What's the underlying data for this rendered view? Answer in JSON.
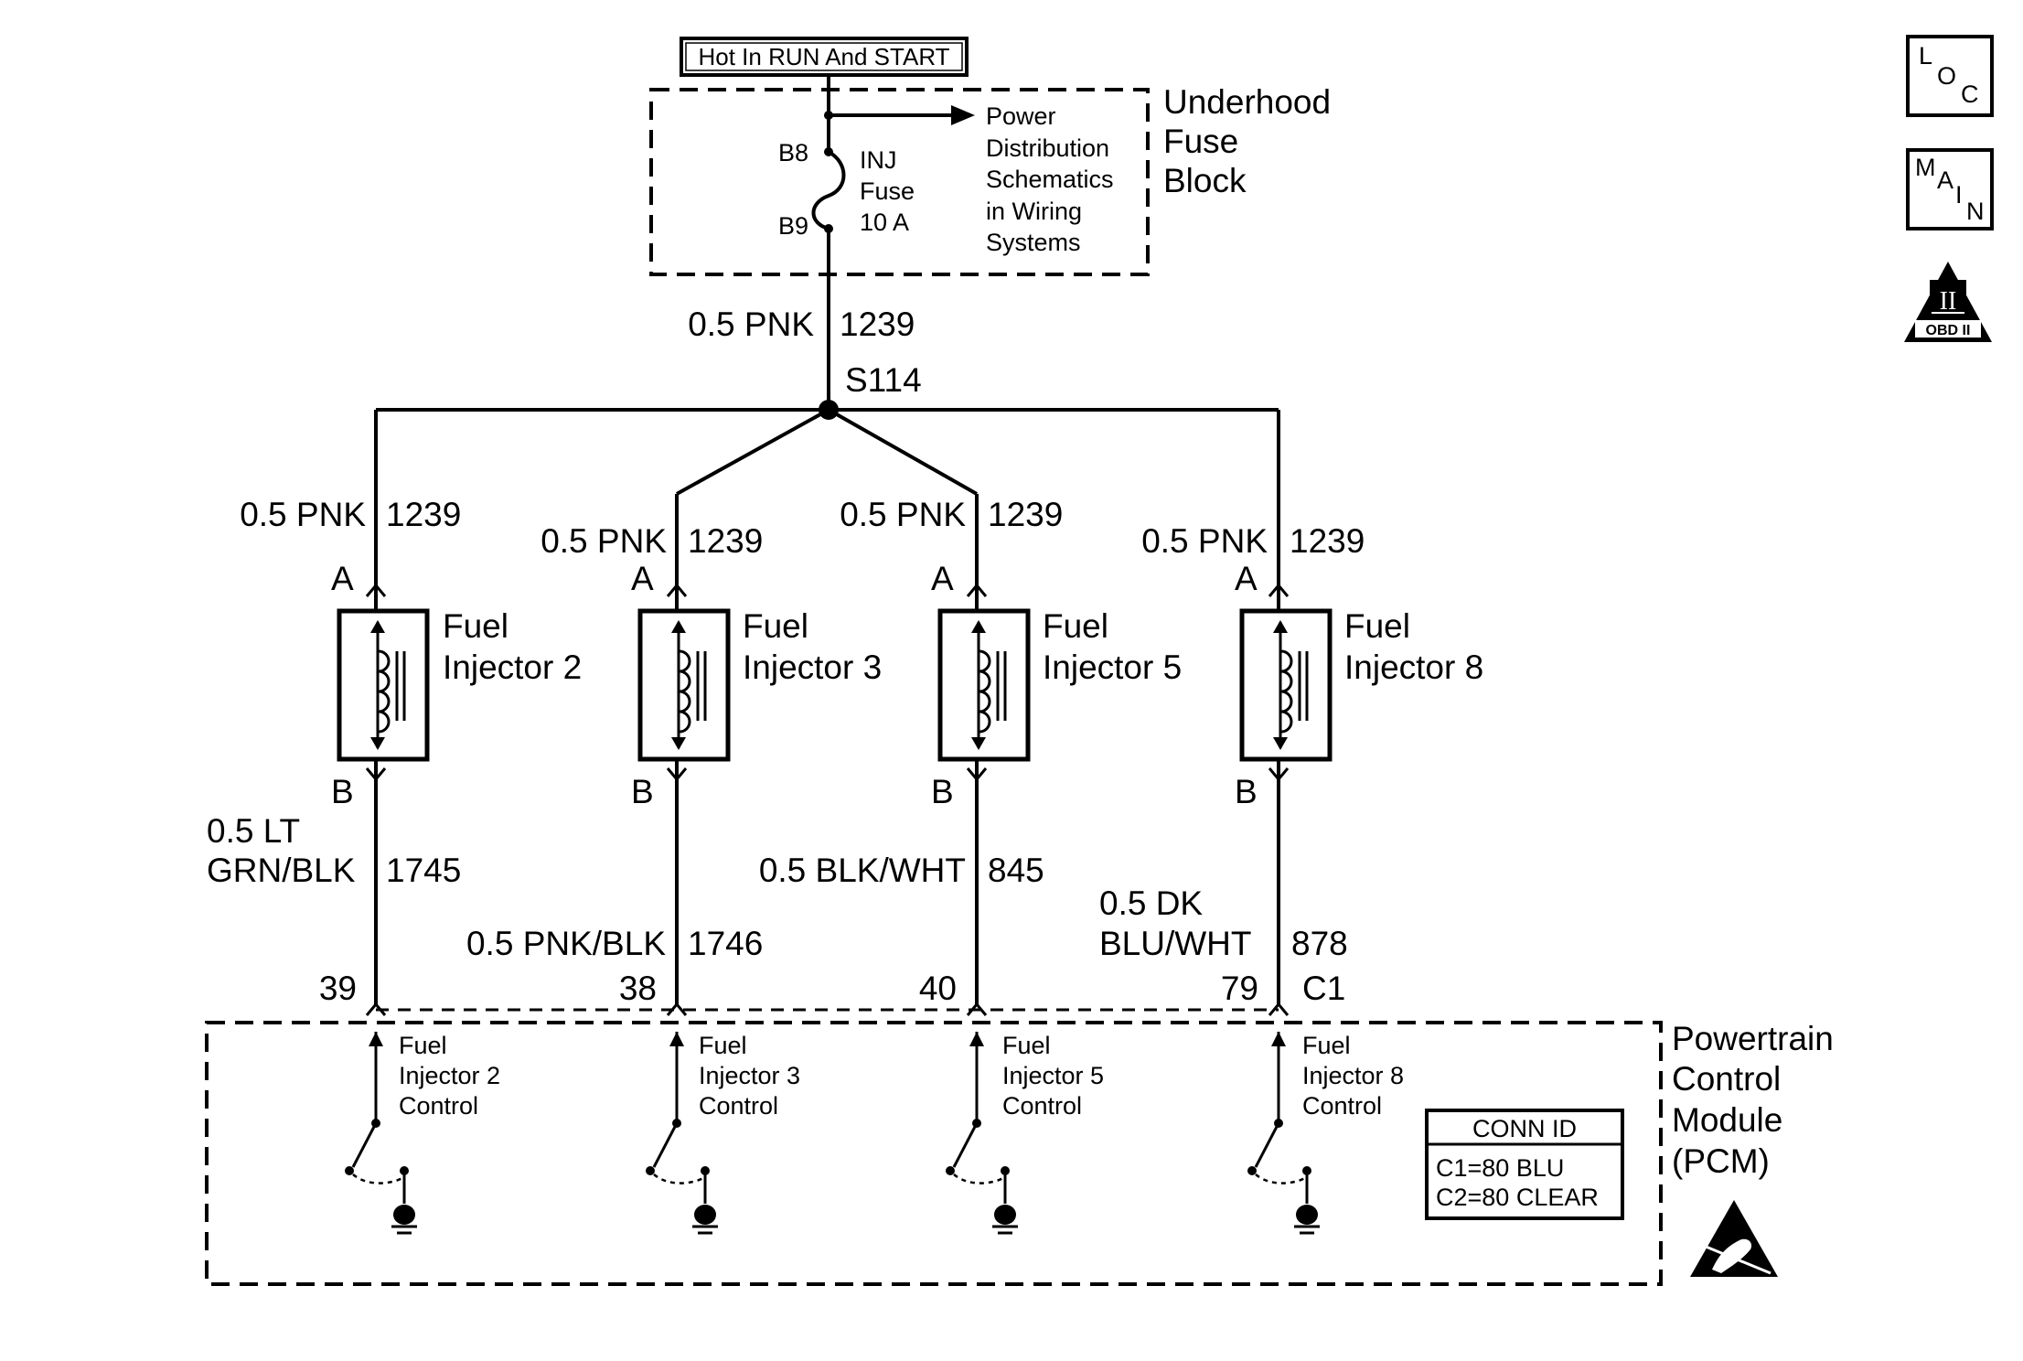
{
  "power": {
    "hot_label": "Hot In RUN And START",
    "fuse_block_lines": [
      "Underhood",
      "Fuse",
      "Block"
    ],
    "fuse_pin_top": "B8",
    "fuse_pin_bottom": "B9",
    "fuse_lines": [
      "INJ",
      "Fuse",
      "10 A"
    ],
    "ref_lines": [
      "Power",
      "Distribution",
      "Schematics",
      "in Wiring",
      "Systems"
    ],
    "feed_wire_color": "0.5 PNK",
    "feed_wire_circuit": "1239",
    "splice": "S114"
  },
  "injectors": [
    {
      "name_lines": [
        "Fuel",
        "Injector 2"
      ],
      "upper_color": "0.5 PNK",
      "upper_circuit": "1239",
      "pin_a": "A",
      "pin_b": "B",
      "lower_color_lines": [
        "0.5 LT",
        "GRN/BLK"
      ],
      "lower_circuit": "1745",
      "pcm_pin": "39",
      "control_lines": [
        "Fuel",
        "Injector 2",
        "Control"
      ]
    },
    {
      "name_lines": [
        "Fuel",
        "Injector 3"
      ],
      "upper_color": "0.5 PNK",
      "upper_circuit": "1239",
      "pin_a": "A",
      "pin_b": "B",
      "lower_color_lines": [
        "0.5 PNK/BLK"
      ],
      "lower_circuit": "1746",
      "pcm_pin": "38",
      "control_lines": [
        "Fuel",
        "Injector 3",
        "Control"
      ]
    },
    {
      "name_lines": [
        "Fuel",
        "Injector 5"
      ],
      "upper_color": "0.5 PNK",
      "upper_circuit": "1239",
      "pin_a": "A",
      "pin_b": "B",
      "lower_color_lines": [
        "0.5 BLK/WHT"
      ],
      "lower_circuit": "845",
      "pcm_pin": "40",
      "control_lines": [
        "Fuel",
        "Injector 5",
        "Control"
      ]
    },
    {
      "name_lines": [
        "Fuel",
        "Injector 8"
      ],
      "upper_color": "0.5 PNK",
      "upper_circuit": "1239",
      "pin_a": "A",
      "pin_b": "B",
      "lower_color_lines": [
        "0.5 DK",
        "BLU/WHT"
      ],
      "lower_circuit": "878",
      "pcm_pin": "79",
      "control_lines": [
        "Fuel",
        "Injector 8",
        "Control"
      ]
    }
  ],
  "pcm": {
    "connector": "C1",
    "name_lines": [
      "Powertrain",
      "Control",
      "Module",
      "(PCM)"
    ],
    "conn_id_title": "CONN ID",
    "conn_id_lines": [
      "C1=80 BLU",
      "C2=80 CLEAR"
    ]
  },
  "side_icons": {
    "loc": [
      "L",
      "O",
      "C"
    ],
    "main": [
      "M",
      "A",
      "I",
      "N"
    ],
    "obd_numeral": "II",
    "obd_text": "OBD II"
  }
}
